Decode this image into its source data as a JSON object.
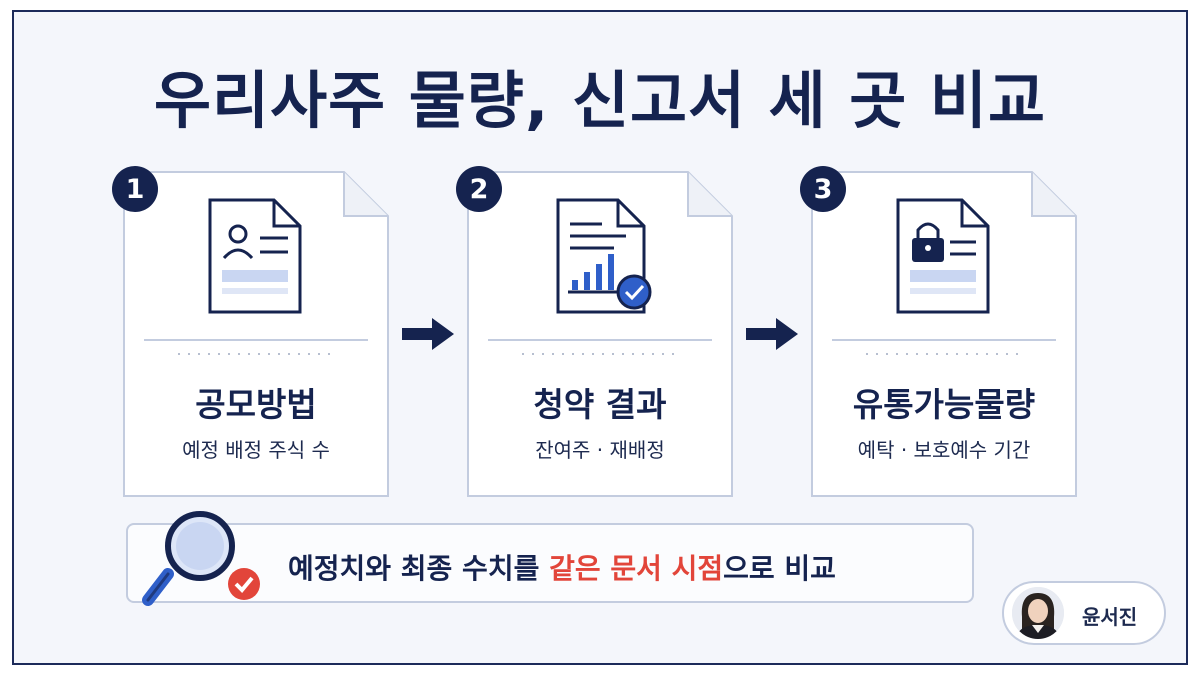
{
  "title": "우리사주 물량, 신고서 세 곳 비교",
  "cards": [
    {
      "number": "1",
      "title": "공모방법",
      "subtitle": "예정 배정 주식 수",
      "icon": "person-document-icon"
    },
    {
      "number": "2",
      "title": "청약 결과",
      "subtitle": "잔여주 · 재배정",
      "icon": "chart-check-document-icon"
    },
    {
      "number": "3",
      "title": "유통가능물량",
      "subtitle": "예탁 · 보호예수 기간",
      "icon": "lock-document-icon"
    }
  ],
  "banner": {
    "text_before": "예정치와 최종 수치를 ",
    "highlight": "같은 문서 시점",
    "text_after": "으로 비교",
    "highlight_color": "#e2453a"
  },
  "presenter": {
    "name": "윤서진"
  },
  "colors": {
    "navy": "#15234f",
    "accent_blue": "#2f5fc9",
    "light_blue": "#c9d6f2",
    "red": "#e2453a"
  }
}
